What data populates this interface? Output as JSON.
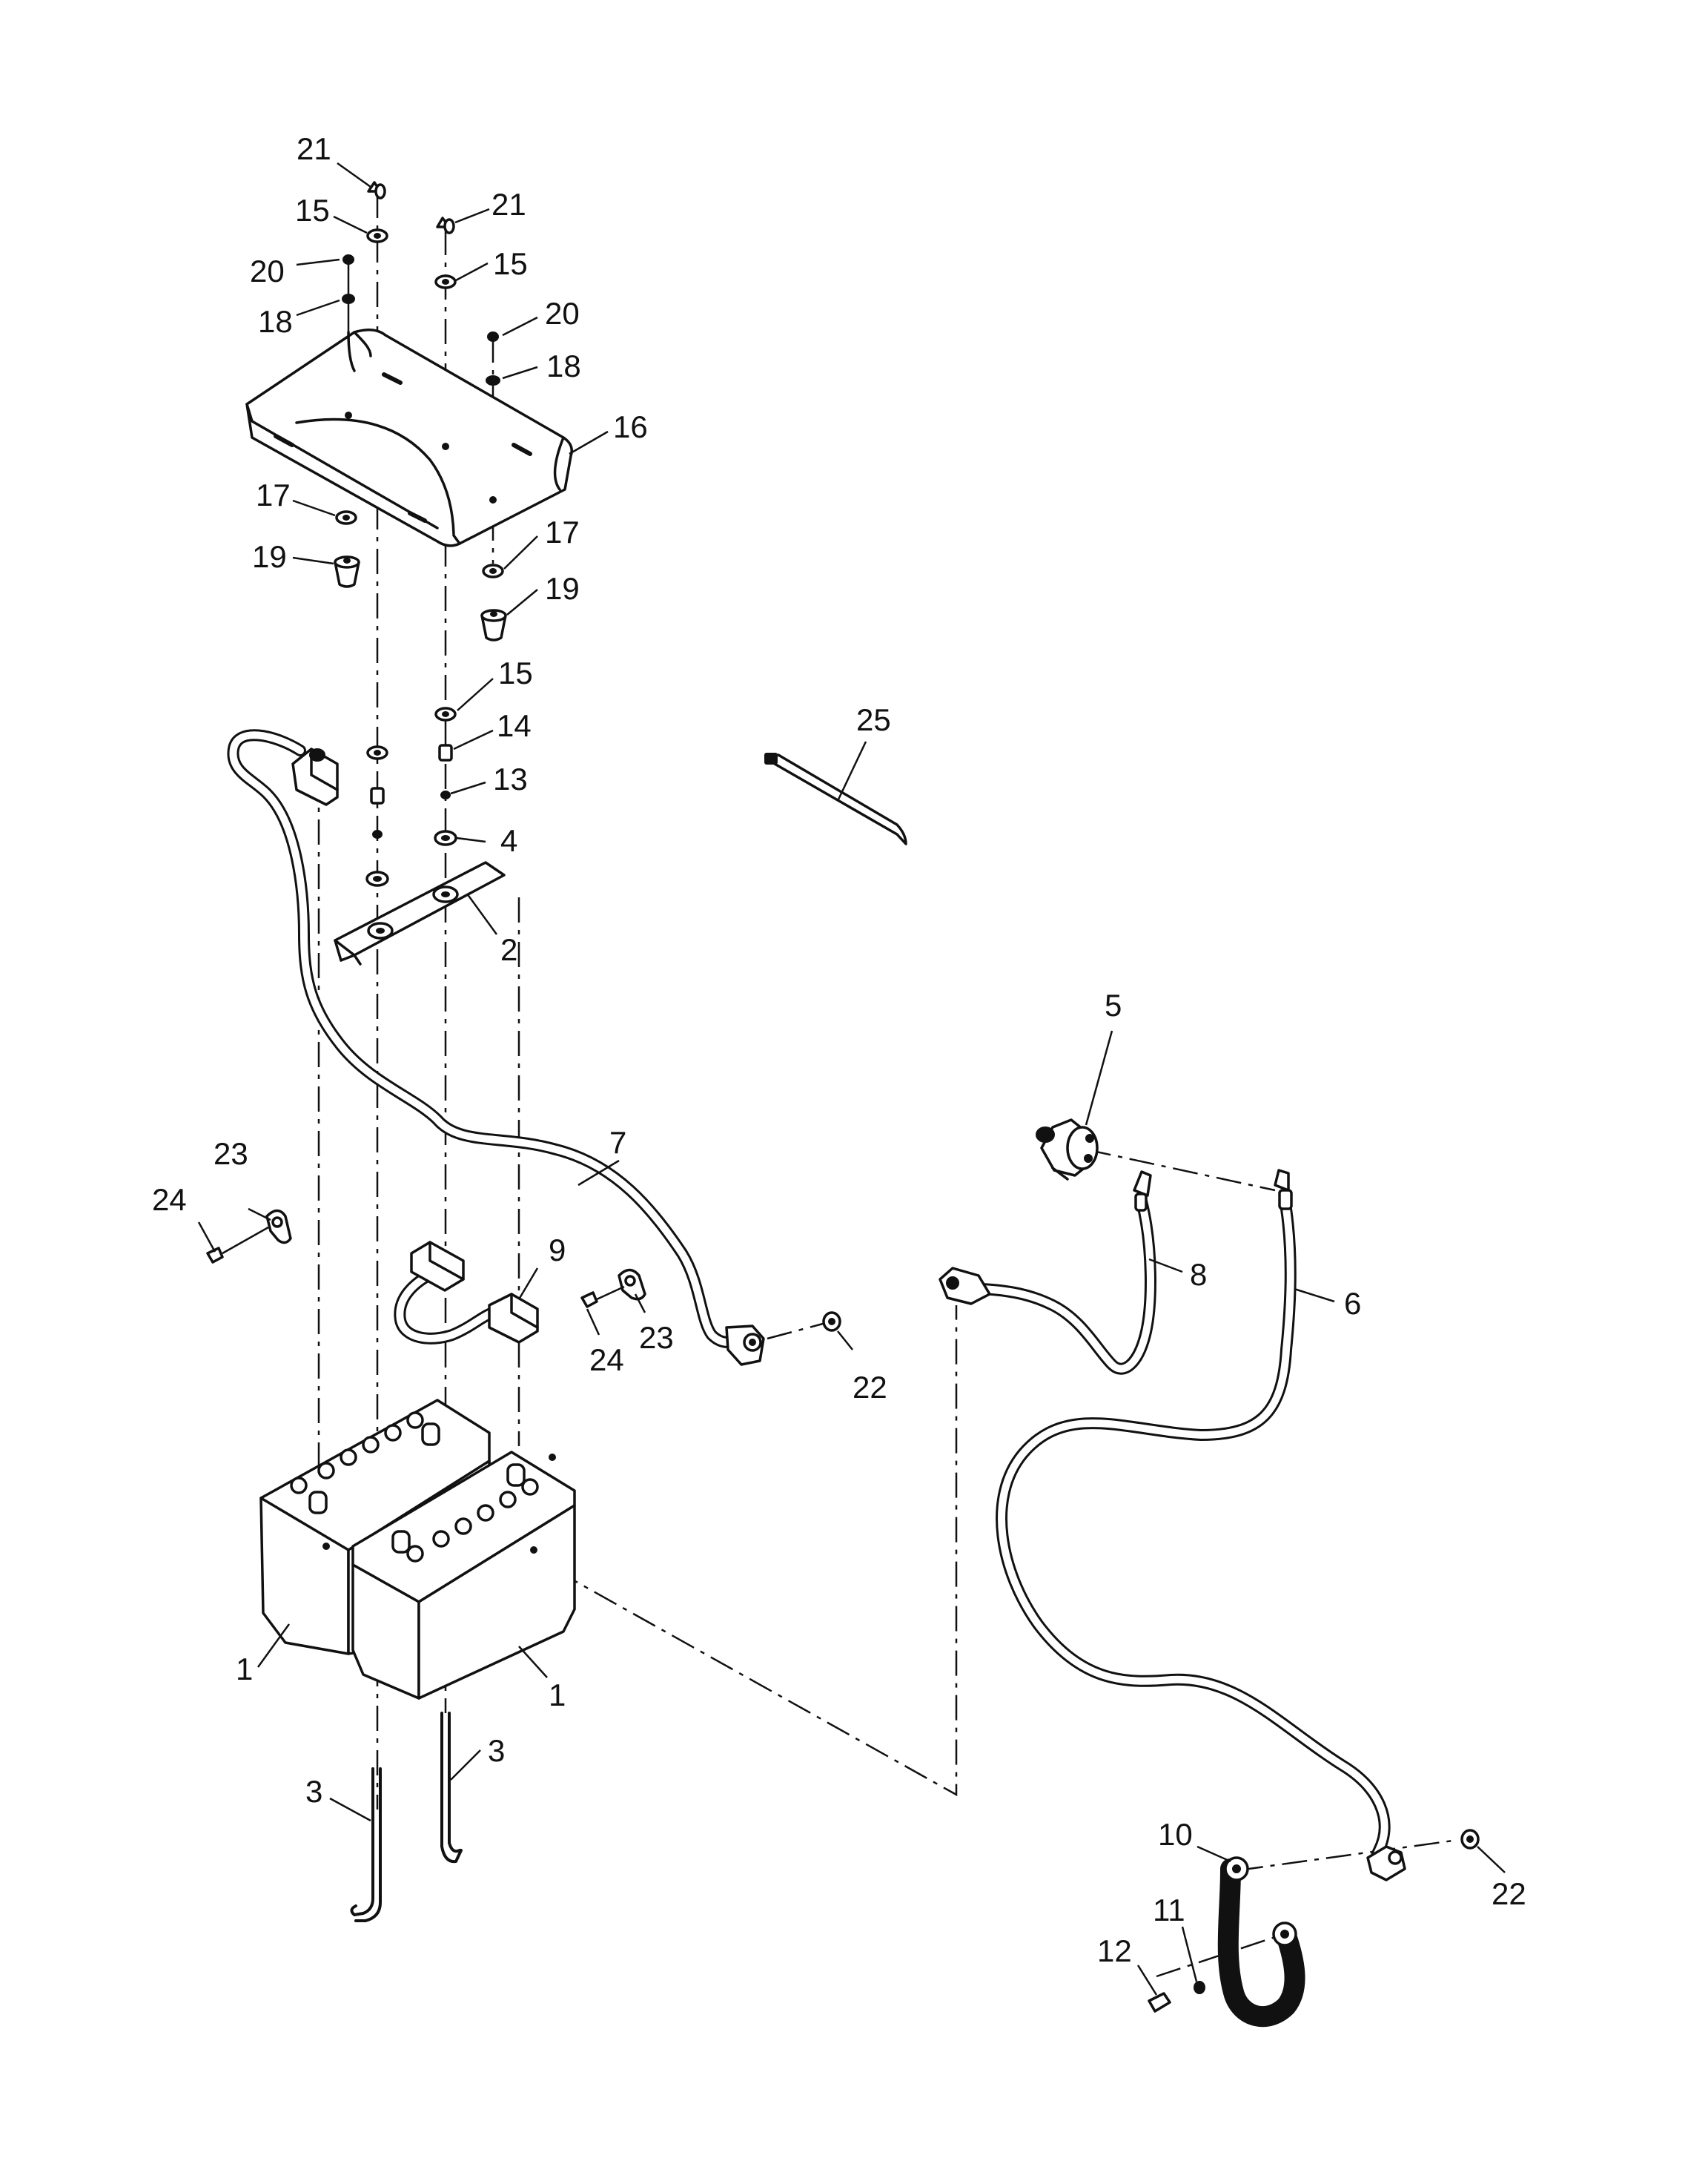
{
  "callouts": {
    "c1a": "1",
    "c1b": "1",
    "c2": "2",
    "c3a": "3",
    "c3b": "3",
    "c4": "4",
    "c5": "5",
    "c6": "6",
    "c7": "7",
    "c8": "8",
    "c9": "9",
    "c10": "10",
    "c11": "11",
    "c12": "12",
    "c13": "13",
    "c14": "14",
    "c15a": "15",
    "c15b": "15",
    "c15c": "15",
    "c16": "16",
    "c17a": "17",
    "c17b": "17",
    "c18a": "18",
    "c18b": "18",
    "c19a": "19",
    "c19b": "19",
    "c20a": "20",
    "c20b": "20",
    "c21a": "21",
    "c21b": "21",
    "c22a": "22",
    "c22b": "22",
    "c23a": "23",
    "c23b": "23",
    "c24a": "24",
    "c24b": "24",
    "c25": "25"
  }
}
